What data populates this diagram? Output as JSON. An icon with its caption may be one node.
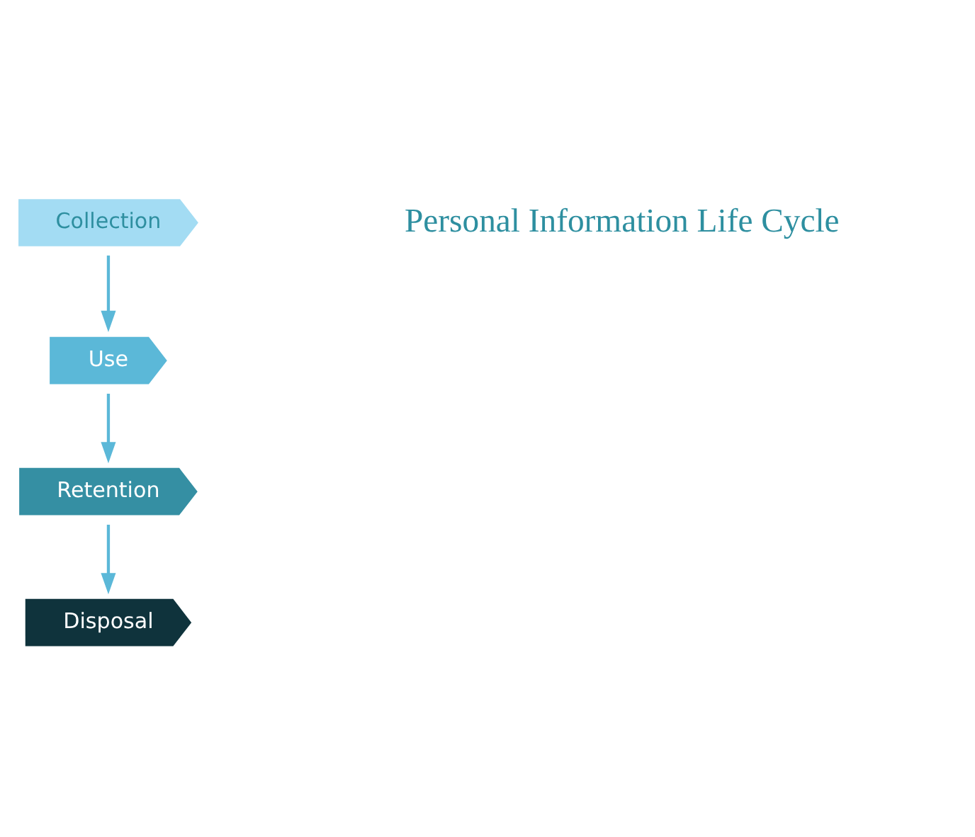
{
  "diagram": {
    "nodes": [
      {
        "text": [
          "Collection"
        ]
      },
      {
        "text": [
          "Use"
        ]
      },
      {
        "text": [
          "Retention"
        ]
      },
      {
        "text": [
          "Disposal"
        ]
      }
    ],
    "edges": [
      {
        "from": 0,
        "to": 1,
        "arrow": "to"
      },
      {
        "from": 1,
        "to": 2,
        "arrow": "to"
      },
      {
        "from": 2,
        "to": 3,
        "arrow": "to"
      }
    ],
    "labels": [
      "Personal Information Life Cycle"
    ]
  }
}
